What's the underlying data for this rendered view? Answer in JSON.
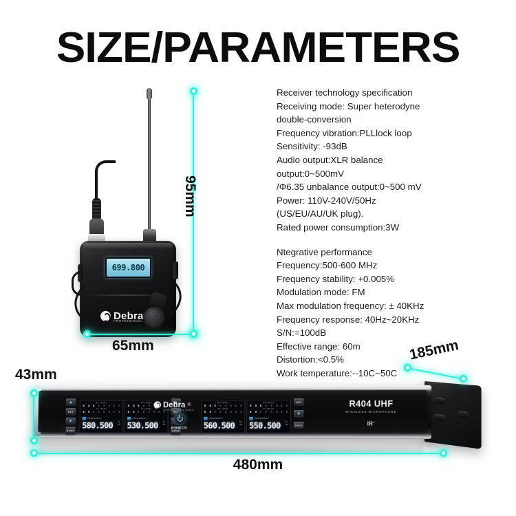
{
  "page": {
    "title": "SIZE/PARAMETERS",
    "accent_cyan": "#35efd8",
    "background": "#ffffff"
  },
  "specs": {
    "block1": [
      "Receiver technology specification",
      "Receiving mode: Super heterodyne",
      "double-conversion",
      "Frequency vibration:PLLlock loop",
      "Sensitivity: -93dB",
      "Audio output:XLR balance",
      "output:0~500mV",
      "/Φ6.35 unbalance output:0~500 mV",
      "Power: 110V-240V/50Hz",
      "(US/EU/AU/UK plug).",
      "Rated power consumption:3W"
    ],
    "block2": [
      "Ntegrative performance",
      "Frequency:500-600 MHz",
      "Frequency stability: +0.005%",
      "Modulation mode: FM",
      "Max modulation frequency: ± 40KHz",
      "Frequency response: 40Hz~20KHz",
      "S/N:=100dB",
      "Effective range: 60m",
      "Distortion:<0.5%",
      "Work temperature:--10C~50C"
    ]
  },
  "dimensions": {
    "bodypack_height": "95mm",
    "bodypack_width": "65mm",
    "receiver_height": "43mm",
    "receiver_depth": "185mm",
    "receiver_width": "480mm"
  },
  "bodypack": {
    "lcd_value": "699.800",
    "brand": "Debra",
    "brand_sub": "PROFESSIONAL AUDIO",
    "registered": "®"
  },
  "receiver": {
    "brand": "Debra",
    "brand_sub": "PROFESSIONAL AUDIO",
    "registered": "®",
    "power_label": "POWER",
    "model": "R404  UHF",
    "model_sub": "WIRELESS MICROPHONE",
    "ir_label": "IR",
    "ir_sup": "»",
    "buttons": {
      "up": "▲",
      "set": "SET",
      "down": "▼",
      "sync": "SYNC"
    },
    "meters": {
      "rf_caption": "RF LEVEL",
      "af_caption": "AF LEVEL",
      "freq_caption": "FREQUENCY",
      "scale_rf": [
        "-10",
        "-5",
        "0",
        "+5",
        "+10"
      ],
      "scale_af": [
        "-20",
        "-10",
        "-5",
        "0",
        "PEAK"
      ],
      "unit_top": "M",
      "unit_bottom": "HZ"
    },
    "channels": [
      {
        "name": "channel-a",
        "frequency": "580.500"
      },
      {
        "name": "channel-b",
        "frequency": "530.500"
      },
      {
        "name": "channel-c",
        "frequency": "560.500"
      },
      {
        "name": "channel-d",
        "frequency": "550.500"
      }
    ]
  }
}
